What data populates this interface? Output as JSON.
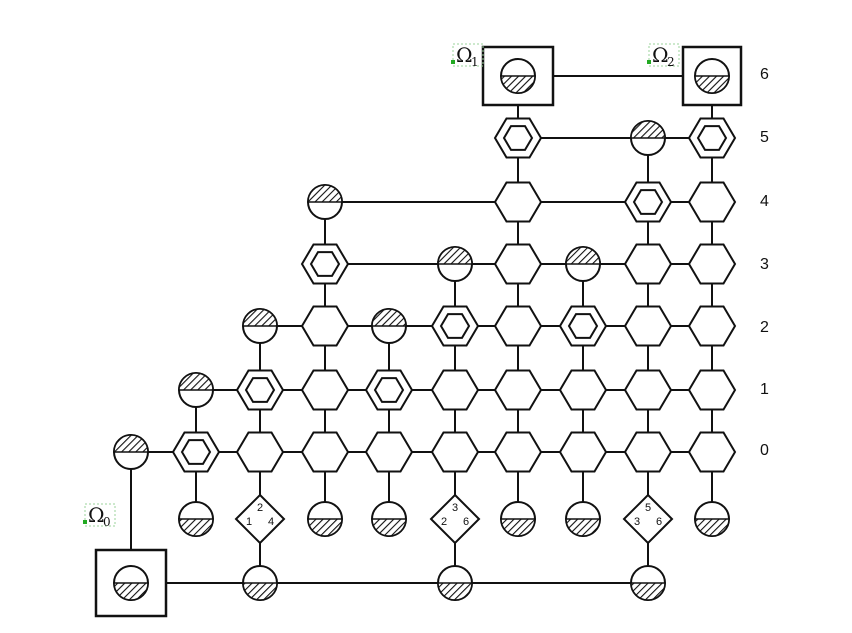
{
  "diagram": {
    "row_labels": [
      "6",
      "5",
      "4",
      "3",
      "2",
      "1",
      "0"
    ],
    "omega_labels": [
      {
        "symbol": "Ω",
        "sub": "1"
      },
      {
        "symbol": "Ω",
        "sub": "2"
      },
      {
        "symbol": "Ω",
        "sub": "0"
      }
    ],
    "diamond_numbers": [
      [
        "2",
        "1",
        "4"
      ],
      [
        "3",
        "2",
        "6"
      ],
      [
        "5",
        "3",
        "6"
      ]
    ]
  }
}
